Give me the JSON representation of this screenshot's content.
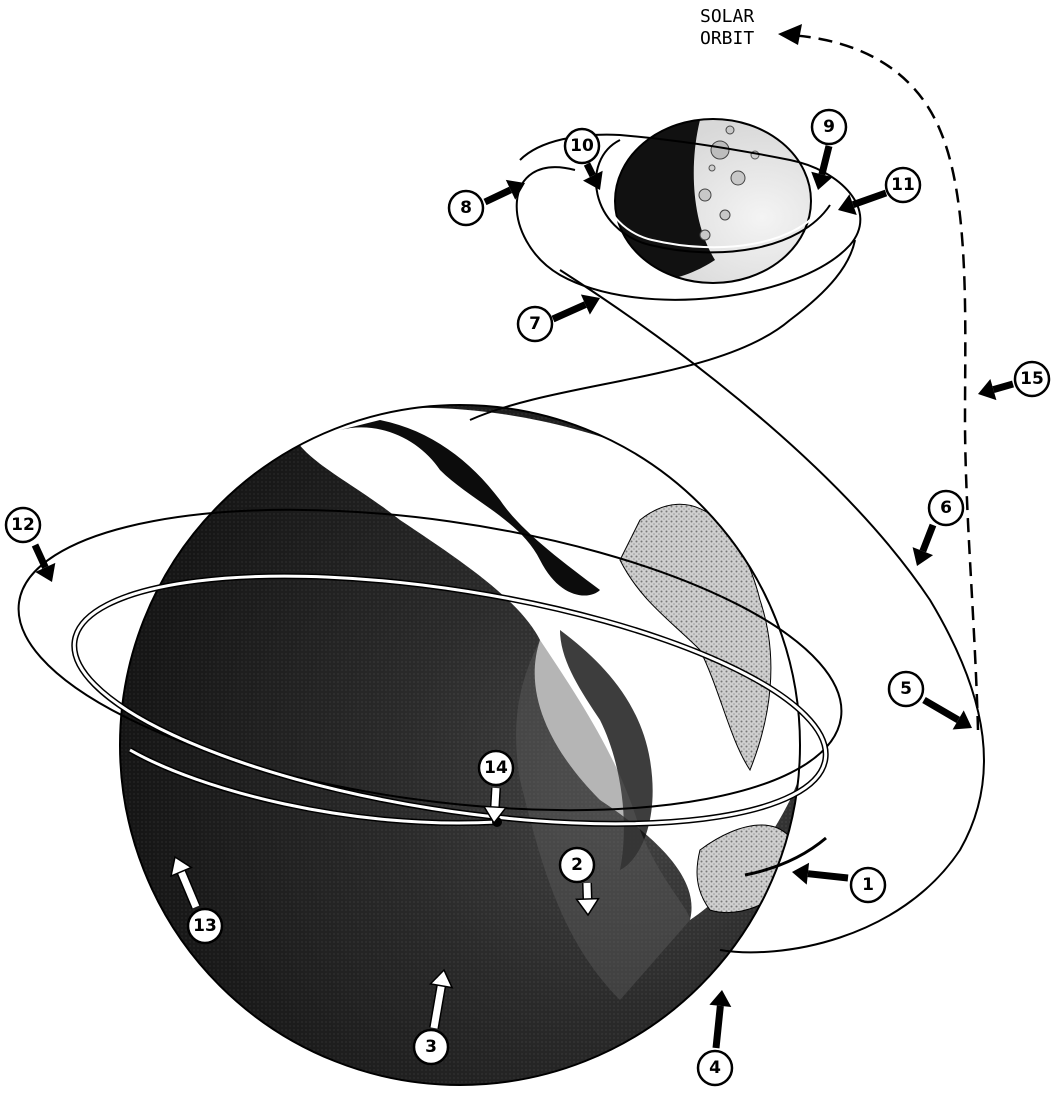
{
  "solar_orbit": {
    "line1": "SOLAR",
    "line2": "ORBIT"
  },
  "callouts": [
    {
      "number": "1",
      "arrow_color": "#000000"
    },
    {
      "number": "2",
      "arrow_color": "#ffffff"
    },
    {
      "number": "3",
      "arrow_color": "#ffffff"
    },
    {
      "number": "4",
      "arrow_color": "#000000"
    },
    {
      "number": "5",
      "arrow_color": "#000000"
    },
    {
      "number": "6",
      "arrow_color": "#000000"
    },
    {
      "number": "7",
      "arrow_color": "#000000"
    },
    {
      "number": "8",
      "arrow_color": "#000000"
    },
    {
      "number": "9",
      "arrow_color": "#000000"
    },
    {
      "number": "10",
      "arrow_color": "#000000"
    },
    {
      "number": "11",
      "arrow_color": "#000000"
    },
    {
      "number": "12",
      "arrow_color": "#000000"
    },
    {
      "number": "13",
      "arrow_color": "#ffffff"
    },
    {
      "number": "14",
      "arrow_color": "#ffffff"
    },
    {
      "number": "15",
      "arrow_color": "#000000"
    }
  ]
}
